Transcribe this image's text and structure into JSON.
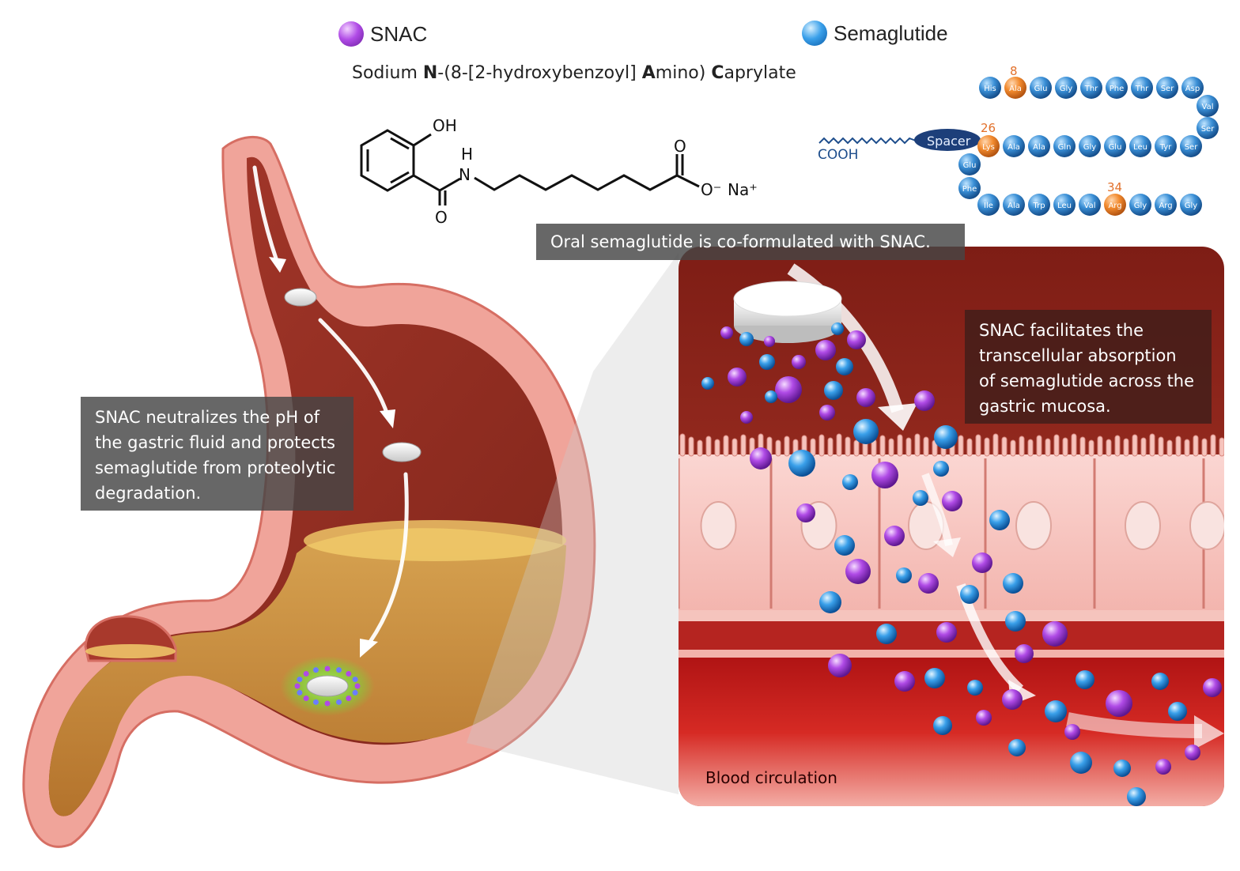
{
  "legend": {
    "snac_label": "SNAC",
    "semaglutide_label": "Semaglutide"
  },
  "snac_chemical_name": {
    "part1": "Sodium ",
    "part2": "N",
    "part3": "-(8-[2-hydroxybenzoyl] ",
    "part4": "A",
    "part5": "mino) ",
    "part6": "C",
    "part7": "aprylate"
  },
  "structure_labels": {
    "oh": "OH",
    "h": "H",
    "n": "N",
    "o1": "O",
    "o2": "O",
    "o_minus": "O⁻",
    "na_plus": "Na⁺"
  },
  "peptide": {
    "cooh": "COOH",
    "spacer": "Spacer",
    "pos8": "8",
    "pos26": "26",
    "pos34": "34",
    "row1": [
      "His",
      "Ala",
      "Glu",
      "Gly",
      "Thr",
      "Phe",
      "Thr",
      "Ser",
      "Asp"
    ],
    "turn1": [
      "Val",
      "Ser"
    ],
    "row2": [
      "Lys",
      "Ala",
      "Ala",
      "Gln",
      "Gly",
      "Glu",
      "Leu",
      "Tyr",
      "Ser"
    ],
    "turn2": [
      "Glu",
      "Phe"
    ],
    "row3": [
      "Ile",
      "Ala",
      "Trp",
      "Leu",
      "Val",
      "Arg",
      "Gly",
      "Arg",
      "Gly"
    ],
    "highlighted": [
      "row1.1",
      "row2.0",
      "row3.5"
    ]
  },
  "captions": {
    "coformulated": "Oral semaglutide is co-formulated with SNAC.",
    "neutralizes": "SNAC neutralizes the pH of the gastric fluid and protects semaglutide from proteolytic degradation.",
    "facilitates": "SNAC facilitates the transcellular absorption of semaglutide across the gastric mucosa.",
    "blood": "Blood circulation"
  },
  "colors": {
    "snac": "#b04be6",
    "semaglutide": "#3aa0ea",
    "highlight_residue": "#f28a2e",
    "caption_bg": "#3c3c3c",
    "stomach_wall": "#f0a49a",
    "gastric_fluid": "#c98a3c"
  }
}
